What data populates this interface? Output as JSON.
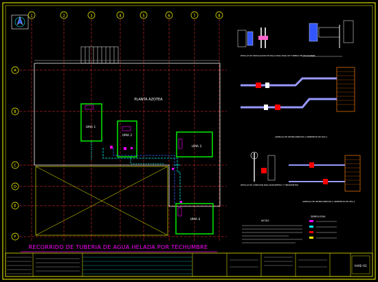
{
  "plan": {
    "zone_label": "PLANTA AZOTEA",
    "units": [
      {
        "id": "u1",
        "label": "UMA 1"
      },
      {
        "id": "u2",
        "label": "UMA 2"
      },
      {
        "id": "u3",
        "label": "UMA 3"
      },
      {
        "id": "u4",
        "label": "UMA 4"
      }
    ],
    "title": "RECORRIDO DE TUBERIA DE AGUA HELADA POR TECHUMBRE"
  },
  "grid": {
    "column_labels": [
      "1",
      "2",
      "3",
      "4",
      "5",
      "6",
      "7",
      "8"
    ],
    "row_labels": [
      "A",
      "B",
      "C",
      "D",
      "E",
      "F"
    ]
  },
  "details": {
    "valve_detail": "DETALLE DE INSTALACION DE SELLO PARA PASO DE TUBERIA EN TECHUMBRE",
    "uma1_detail": "ARREGLO DE INTERCONEXION A SERPENTIN DE UMA 1",
    "thermometer_detail": "DETALLE DE CONEXION PARA MANOMETRO Y TERMOMETRO",
    "uma2_detail": "ARREGLO DE INTERCONEXION A SERPENTIN DE UMA 2",
    "notes_title": "NOTAS",
    "legend_title": "SIMBOLOGIA"
  },
  "title_block": {
    "sheet_code": "IHAE-01"
  },
  "colors": {
    "background": "#000000",
    "grid": "#ff3333",
    "walls": "#ffffff",
    "uma": "#00ff00",
    "water_pipe": "#00ffff",
    "valves": "#ff00ff",
    "text_yellow": "#ffff00",
    "title_magenta": "#ff00ff",
    "border": "#ffff00"
  }
}
